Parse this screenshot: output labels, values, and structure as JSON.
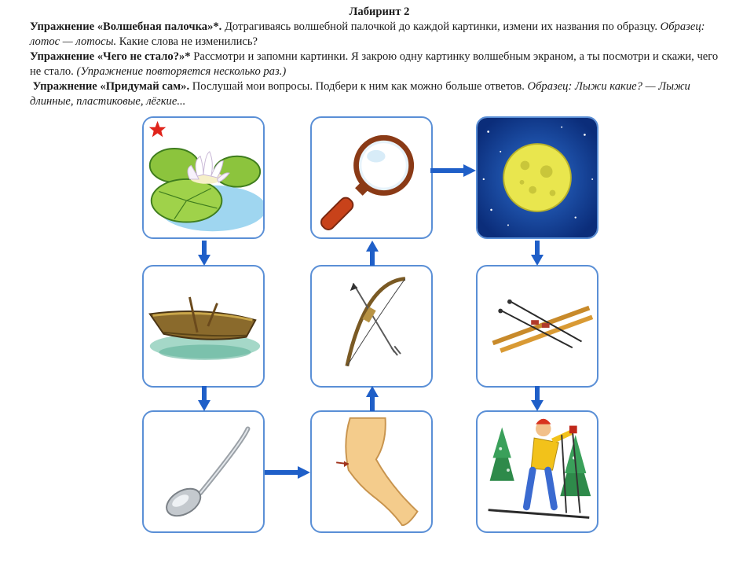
{
  "heading": "Лабиринт 2",
  "exercises": [
    {
      "title": "Упражнение «Волшебная палочка»*.",
      "text_plain": " Дотрагиваясь волшебной палочкой до каждой картинки, измени их названия по образцу. ",
      "example_italic": "Образец: лотос — лотосы.",
      "text_after": " Какие слова не изменились?"
    },
    {
      "title": "Упражнение «Чего не стало?»*",
      "text_plain": " Рассмотри и запомни картинки. Я закрою одну картинку волшебным экраном, а ты посмотри и скажи, чего не стало. ",
      "note_italic": "(Упражнение повторяется несколько раз.)"
    },
    {
      "title": "Упражнение «Придумай сам».",
      "text_plain": " Послушай мои вопросы. Подбери к ним как можно больше ответов. ",
      "example_italic": "Образец: Лыжи какие? — Лыжи длинные, пластиковые, лёгкие..."
    }
  ],
  "pictures": [
    {
      "id": "lotus",
      "icon": "lotus-icon",
      "start": true,
      "start_marker_color": "#e0241b"
    },
    {
      "id": "magnifier",
      "icon": "magnifying-glass-icon"
    },
    {
      "id": "moon",
      "icon": "moon-icon"
    },
    {
      "id": "boat",
      "icon": "boat-icon"
    },
    {
      "id": "bow",
      "icon": "bow-and-arrow-icon"
    },
    {
      "id": "skis",
      "icon": "skis-icon"
    },
    {
      "id": "spoon",
      "icon": "spoon-icon"
    },
    {
      "id": "arm",
      "icon": "arm-icon"
    },
    {
      "id": "skier",
      "icon": "skier-icon"
    }
  ],
  "maze_path": [
    "lotus",
    "boat",
    "spoon",
    "arm",
    "bow",
    "magnifier",
    "moon",
    "skis",
    "skier"
  ],
  "colors": {
    "card_border": "#5a8fd6",
    "arrow": "#1f5fc8",
    "star": "#e0241b"
  }
}
